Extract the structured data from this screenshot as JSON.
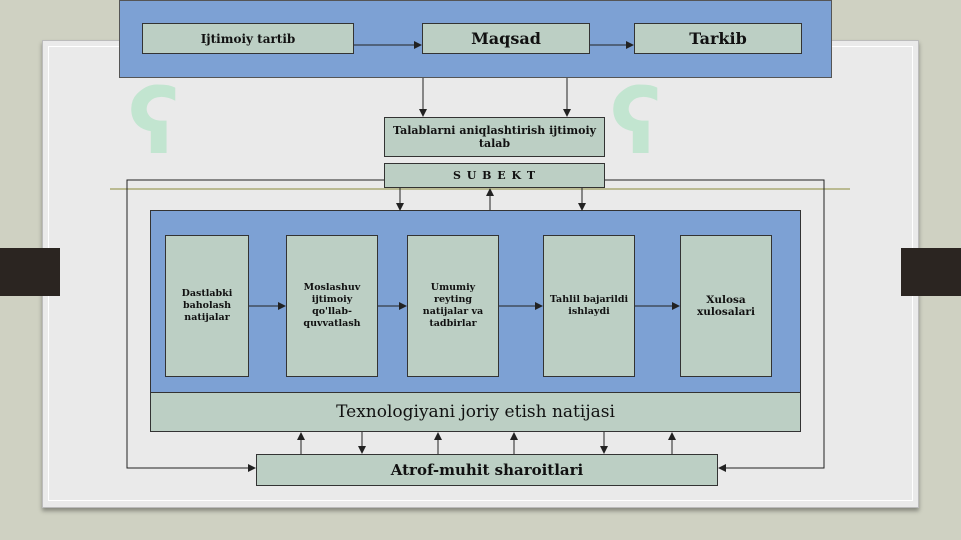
{
  "diagram": {
    "top_row": {
      "ijtimoiy_tartib": "Ijtimoiy tartib",
      "maqsad": "Maqsad",
      "tarkib": "Tarkib"
    },
    "talablar": "Talablarni aniqlashtirish ijtimoiy talab",
    "subekt": "S U B E K T",
    "process_steps": [
      "Dastlabki baholash natijalar",
      "Moslashuv ijtimoiy qo'llab-quvvatlash",
      "Umumiy reyting natijalar va tadbirlar",
      "Tahlil bajarildi ishlaydi",
      "Xulosa xulosalari"
    ],
    "texnologiya": "Texnologiyani joriy etish natijasi",
    "atrof_muhit": "Atrof-muhit sharoitlari"
  },
  "colors": {
    "band_blue": "#7da1d4",
    "box_fill": "#bccfc4",
    "panel": "#eaeaea",
    "background": "#cfd1c2"
  }
}
